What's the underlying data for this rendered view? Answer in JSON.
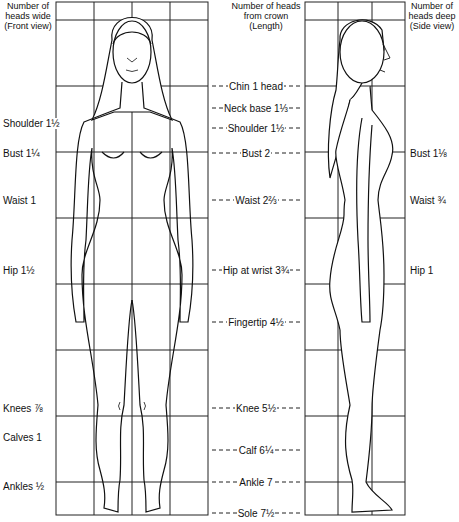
{
  "diagram": {
    "labels": [
      "Number of heads wide (Front view)",
      "Number of heads from crown (Length)",
      "Number of heads deep (Side view)",
      "Shoulder 1½",
      "Bust 1¼",
      "Waist 1",
      "Hip 1½",
      "Knees ⅞",
      "Calves 1",
      "Ankles ½",
      "Chin 1 head",
      "Neck base 1⅓",
      "Shoulder 1½",
      "Bust 2",
      "Waist 2⅔",
      "Hip at wrist 3¾",
      "Fingertip 4½",
      "Knee 5½",
      "Calf 6¼",
      "Ankle 7",
      "Sole 7½",
      "Bust 1⅛",
      "Waist ¾",
      "Hip 1"
    ]
  }
}
